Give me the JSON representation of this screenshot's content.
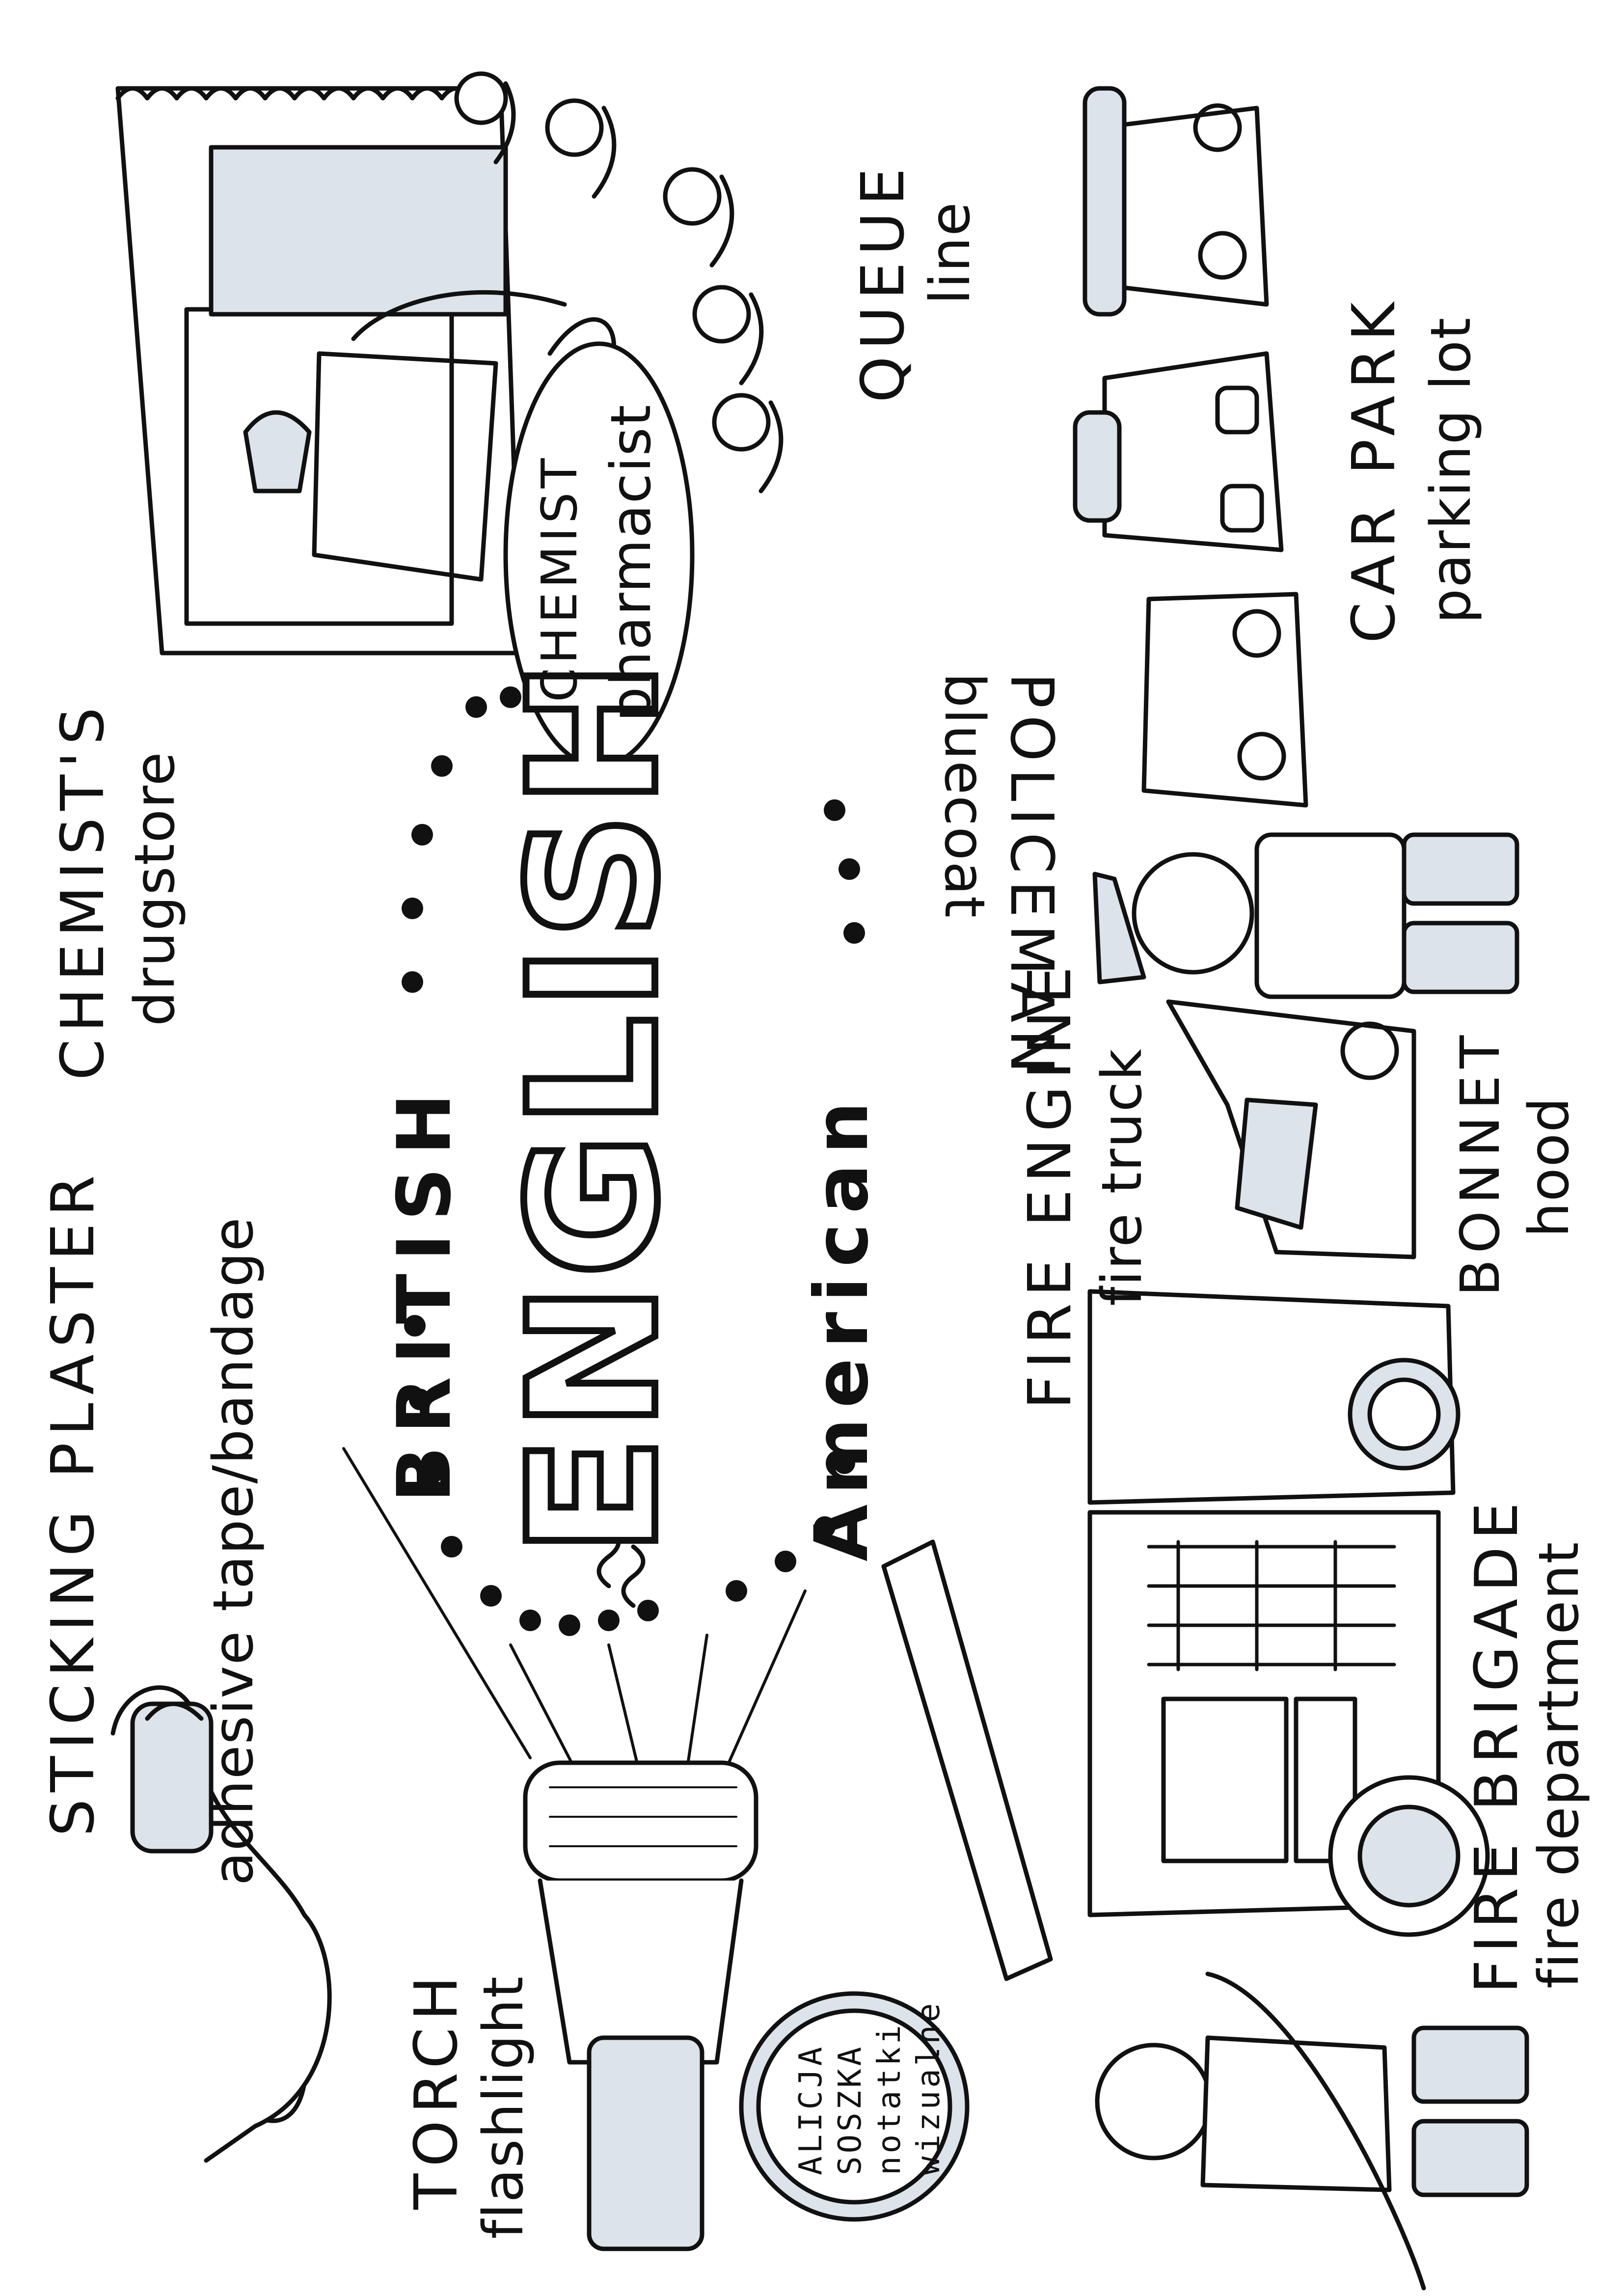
{
  "title": {
    "british": "BRITISH",
    "english": "ENGLISH",
    "american": "American"
  },
  "pairs": [
    {
      "british": "STICKING PLASTER",
      "american": "adhesive tape/bandage"
    },
    {
      "british": "CHEMIST'S",
      "american": "drugstore"
    },
    {
      "british": "CHEMIST",
      "american": "pharmacist"
    },
    {
      "british": "QUEUE",
      "american": "line"
    },
    {
      "british": "CAR PARK",
      "american": "parking lot"
    },
    {
      "british": "POLICEMAN",
      "american": "bluecoat"
    },
    {
      "british": "BONNET",
      "american": "hood"
    },
    {
      "british": "FIRE ENGINE",
      "american": "fire truck"
    },
    {
      "british": "FIRE BRIGADE",
      "american": "fire department"
    },
    {
      "british": "TORCH",
      "american": "flashlight"
    }
  ],
  "signature": [
    "ALICJA",
    "SOSZKA",
    "notatki",
    "wizualne"
  ],
  "icons": [
    "finger-plaster-icon",
    "shop-icon",
    "queue-icon",
    "car-icon",
    "policeman-icon",
    "fire-engine-icon",
    "firefighter-icon",
    "torch-icon"
  ],
  "colors": {
    "ink": "#111111",
    "shadow": "#dde3ea",
    "paper": "#ffffff"
  }
}
